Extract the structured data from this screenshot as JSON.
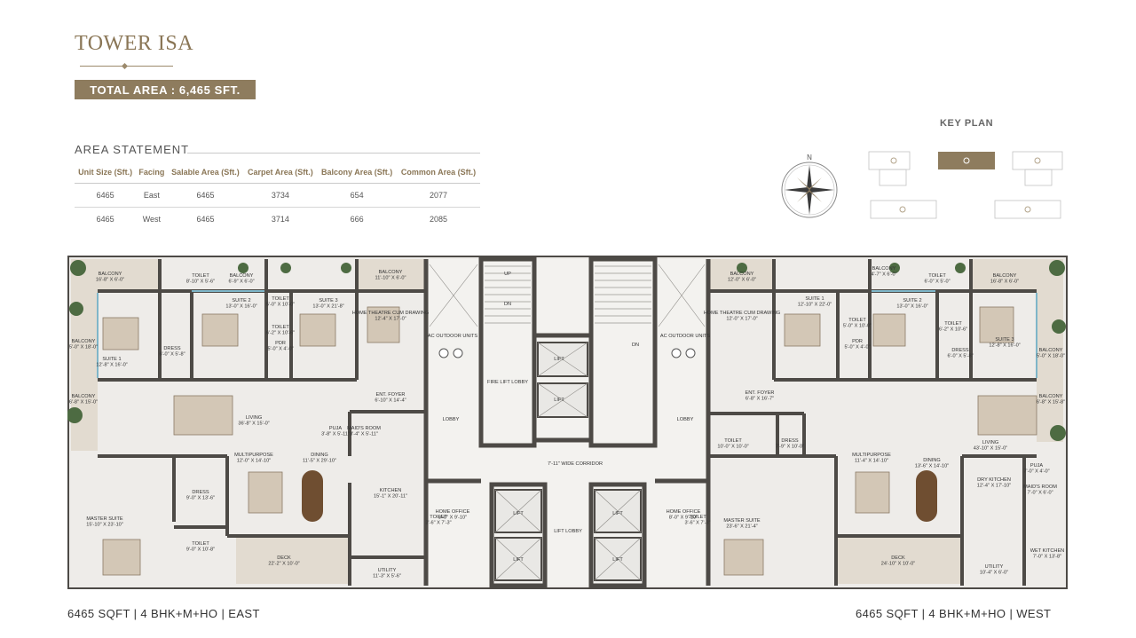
{
  "brand": {
    "title": "TOWER ISA",
    "total_area": "TOTAL AREA : 6,465 SFT."
  },
  "area_statement": {
    "title": "AREA STATEMENT",
    "headers": [
      "Unit Size (Sft.)",
      "Facing",
      "Salable Area (Sft.)",
      "Carpet Area (Sft.)",
      "Balcony Area (Sft.)",
      "Common Area (Sft.)"
    ],
    "rows": [
      [
        "6465",
        "East",
        "6465",
        "3734",
        "654",
        "2077"
      ],
      [
        "6465",
        "West",
        "6465",
        "3714",
        "666",
        "2085"
      ]
    ]
  },
  "key_plan": {
    "title": "KEY PLAN",
    "compass_label": "N",
    "highlight_color": "#8e7c5e"
  },
  "floor_plan": {
    "left_unit_rooms": [
      {
        "name": "BALCONY",
        "dim": "16'-8\" X 6'-0\""
      },
      {
        "name": "TOILET",
        "dim": "8'-10\" X 5'-6\""
      },
      {
        "name": "BALCONY",
        "dim": "6'-9\" X 6'-0\""
      },
      {
        "name": "SUITE 2",
        "dim": "13'-0\" X 16'-0\""
      },
      {
        "name": "TOILET",
        "dim": "5'-0\" X 10'-0\""
      },
      {
        "name": "SUITE 3",
        "dim": "13'-0\" X 21'-8\""
      },
      {
        "name": "BALCONY",
        "dim": "11'-10\" X 6'-0\""
      },
      {
        "name": "TOILET",
        "dim": "6'-2\" X 10'-6\""
      },
      {
        "name": "PDR",
        "dim": "5'-0\" X 4'-0\""
      },
      {
        "name": "HOME THEATRE CUM DRAWING",
        "dim": "12'-4\" X 17'-0\""
      },
      {
        "name": "SUITE 1",
        "dim": "12'-8\" X 16'-0\""
      },
      {
        "name": "DRESS",
        "dim": "6'-0\" X 5'-8\""
      },
      {
        "name": "BALCONY",
        "dim": "5'-0\" X 18'-0\""
      },
      {
        "name": "BALCONY",
        "dim": "6'-8\" X 15'-0\""
      },
      {
        "name": "ENT. FOYER",
        "dim": "6'-10\" X 14'-4\""
      },
      {
        "name": "LIVING",
        "dim": "36'-8\" X 15'-0\""
      },
      {
        "name": "PUJA",
        "dim": "3'-8\" X 5'-11\""
      },
      {
        "name": "MAID'S ROOM",
        "dim": "8'-4\" X 5'-11\""
      },
      {
        "name": "MULTIPURPOSE",
        "dim": "12'-0\" X 14'-10\""
      },
      {
        "name": "DINING",
        "dim": "11'-5\" X 29'-10\""
      },
      {
        "name": "KITCHEN",
        "dim": "15'-1\" X 20'-11\""
      },
      {
        "name": "DRESS",
        "dim": "9'-0\" X 13'-6\""
      },
      {
        "name": "MASTER SUITE",
        "dim": "15'-10\" X 23'-10\""
      },
      {
        "name": "TOILET",
        "dim": "9'-0\" X 10'-8\""
      },
      {
        "name": "DECK",
        "dim": "22'-2\" X 10'-0\""
      },
      {
        "name": "UTILITY",
        "dim": "11'-3\" X 5'-6\""
      }
    ],
    "core_rooms": [
      {
        "name": "AC OUTDOOR UNITS",
        "dim": ""
      },
      {
        "name": "AC OUTDOOR UNITS",
        "dim": ""
      },
      {
        "name": "LIFT",
        "dim": ""
      },
      {
        "name": "LIFT",
        "dim": ""
      },
      {
        "name": "FIRE LIFT LOBBY",
        "dim": ""
      },
      {
        "name": "LOBBY",
        "dim": ""
      },
      {
        "name": "LOBBY",
        "dim": ""
      },
      {
        "name": "7'-11\" WIDE CORRIDOR",
        "dim": ""
      },
      {
        "name": "HOME OFFICE",
        "dim": "8'-0\" X 9'-10\""
      },
      {
        "name": "HOME OFFICE",
        "dim": "8'-0\" X 9'-10\""
      },
      {
        "name": "TOILET",
        "dim": "3'-6\" X 7'-3\""
      },
      {
        "name": "TOILET",
        "dim": "3'-6\" X 7'-3\""
      },
      {
        "name": "LIFT LOBBY",
        "dim": ""
      },
      {
        "name": "LIFT",
        "dim": ""
      },
      {
        "name": "LIFT",
        "dim": ""
      },
      {
        "name": "LIFT",
        "dim": ""
      },
      {
        "name": "LIFT",
        "dim": ""
      },
      {
        "name": "UP",
        "dim": ""
      },
      {
        "name": "DN",
        "dim": ""
      },
      {
        "name": "DN",
        "dim": ""
      }
    ],
    "right_unit_rooms": [
      {
        "name": "BALCONY",
        "dim": "12'-0\" X 6'-0\""
      },
      {
        "name": "BALCONY",
        "dim": "4'-7\" X 6'-0\""
      },
      {
        "name": "TOILET",
        "dim": "6'-0\" X 5'-0\""
      },
      {
        "name": "BALCONY",
        "dim": "16'-8\" X 6'-0\""
      },
      {
        "name": "HOME THEATRE CUM DRAWING",
        "dim": "12'-0\" X 17'-0\""
      },
      {
        "name": "SUITE 1",
        "dim": "12'-10\" X 22'-0\""
      },
      {
        "name": "TOILET",
        "dim": "5'-0\" X 10'-0\""
      },
      {
        "name": "SUITE 2",
        "dim": "13'-0\" X 16'-0\""
      },
      {
        "name": "TOILET",
        "dim": "6'-2\" X 10'-6\""
      },
      {
        "name": "SUITE 3",
        "dim": "12'-8\" X 16'-0\""
      },
      {
        "name": "PDR",
        "dim": "5'-0\" X 4'-0\""
      },
      {
        "name": "DRESS",
        "dim": "6'-0\" X 5'-8\""
      },
      {
        "name": "BALCONY",
        "dim": "5'-0\" X 18'-0\""
      },
      {
        "name": "ENT. FOYER",
        "dim": "6'-8\" X 16'-7\""
      },
      {
        "name": "BALCONY",
        "dim": "6'-8\" X 15'-8\""
      },
      {
        "name": "TOILET",
        "dim": "10'-0\" X 10'-0\""
      },
      {
        "name": "DRESS",
        "dim": "7'-9\" X 10'-0\""
      },
      {
        "name": "LIVING",
        "dim": "43'-10\" X 15'-0\""
      },
      {
        "name": "MULTIPURPOSE",
        "dim": "11'-4\" X 14'-10\""
      },
      {
        "name": "DINING",
        "dim": "13'-6\" X 14'-10\""
      },
      {
        "name": "PUJA",
        "dim": "7'-0\" X 4'-0\""
      },
      {
        "name": "DRY KITCHEN",
        "dim": "12'-4\" X 17'-10\""
      },
      {
        "name": "MAID'S ROOM",
        "dim": "7'-0\" X 6'-0\""
      },
      {
        "name": "MASTER SUITE",
        "dim": "23'-6\" X 21'-4\""
      },
      {
        "name": "DECK",
        "dim": "24'-10\" X 10'-0\""
      },
      {
        "name": "UTILITY",
        "dim": "10'-4\" X 6'-0\""
      },
      {
        "name": "WET KITCHEN",
        "dim": "7'-0\" X 13'-8\""
      }
    ]
  },
  "captions": {
    "left": "6465 SQFT | 4 BHK+M+HO | EAST",
    "right": "6465 SQFT | 4 BHK+M+HO | WEST"
  },
  "colors": {
    "accent": "#8e7c5e",
    "wall": "#4d4a46",
    "floor": "#eeece9",
    "terrace": "#d8cfc2",
    "plant": "#4d6b42"
  }
}
